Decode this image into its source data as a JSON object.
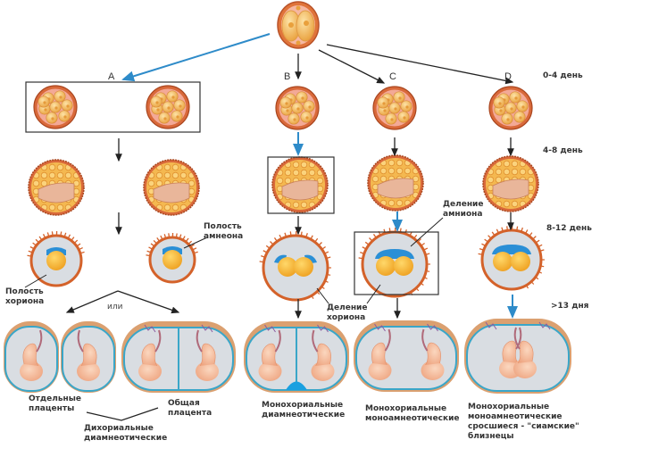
{
  "columns": [
    {
      "id": "A",
      "label": "A"
    },
    {
      "id": "B",
      "label": "B"
    },
    {
      "id": "C",
      "label": "C"
    },
    {
      "id": "D",
      "label": "D"
    }
  ],
  "stages": [
    {
      "label": "0-4 день"
    },
    {
      "label": "4-8 день"
    },
    {
      "label": "8-12 день"
    },
    {
      "label": ">13 дня"
    }
  ],
  "annotations": {
    "amnion_cavity": "Полость\nамнеона",
    "chorion_cavity": "Полость\nхориона",
    "or": "или",
    "chorion_division": "Деление\nхориона",
    "amnion_division": "Деление\nамниона"
  },
  "outcomes": {
    "separate_placentas": "Отдельные\nплаценты",
    "common_placenta": "Общая\nплацента",
    "dichorionic": "Дихориальные\nдиамнеотические",
    "mono_di": "Монохориальные\nдиамнеотические",
    "mono_mono": "Монохориальные\nмоноамнеотические",
    "conjoined": "Монохориальные\nмоноамнеотические\nсросшиеся - \"сиамские\"\nблизнецы"
  },
  "colors": {
    "highlight_arrow": "#2e8bc9",
    "arrow": "#222222",
    "membrane": "#d4622a",
    "cell": "#f2b04a",
    "amnion": "#2a8fd6",
    "cavity": "#d9dde2",
    "embryo": "#f5b894",
    "sac_border": "#3aa6c8"
  }
}
